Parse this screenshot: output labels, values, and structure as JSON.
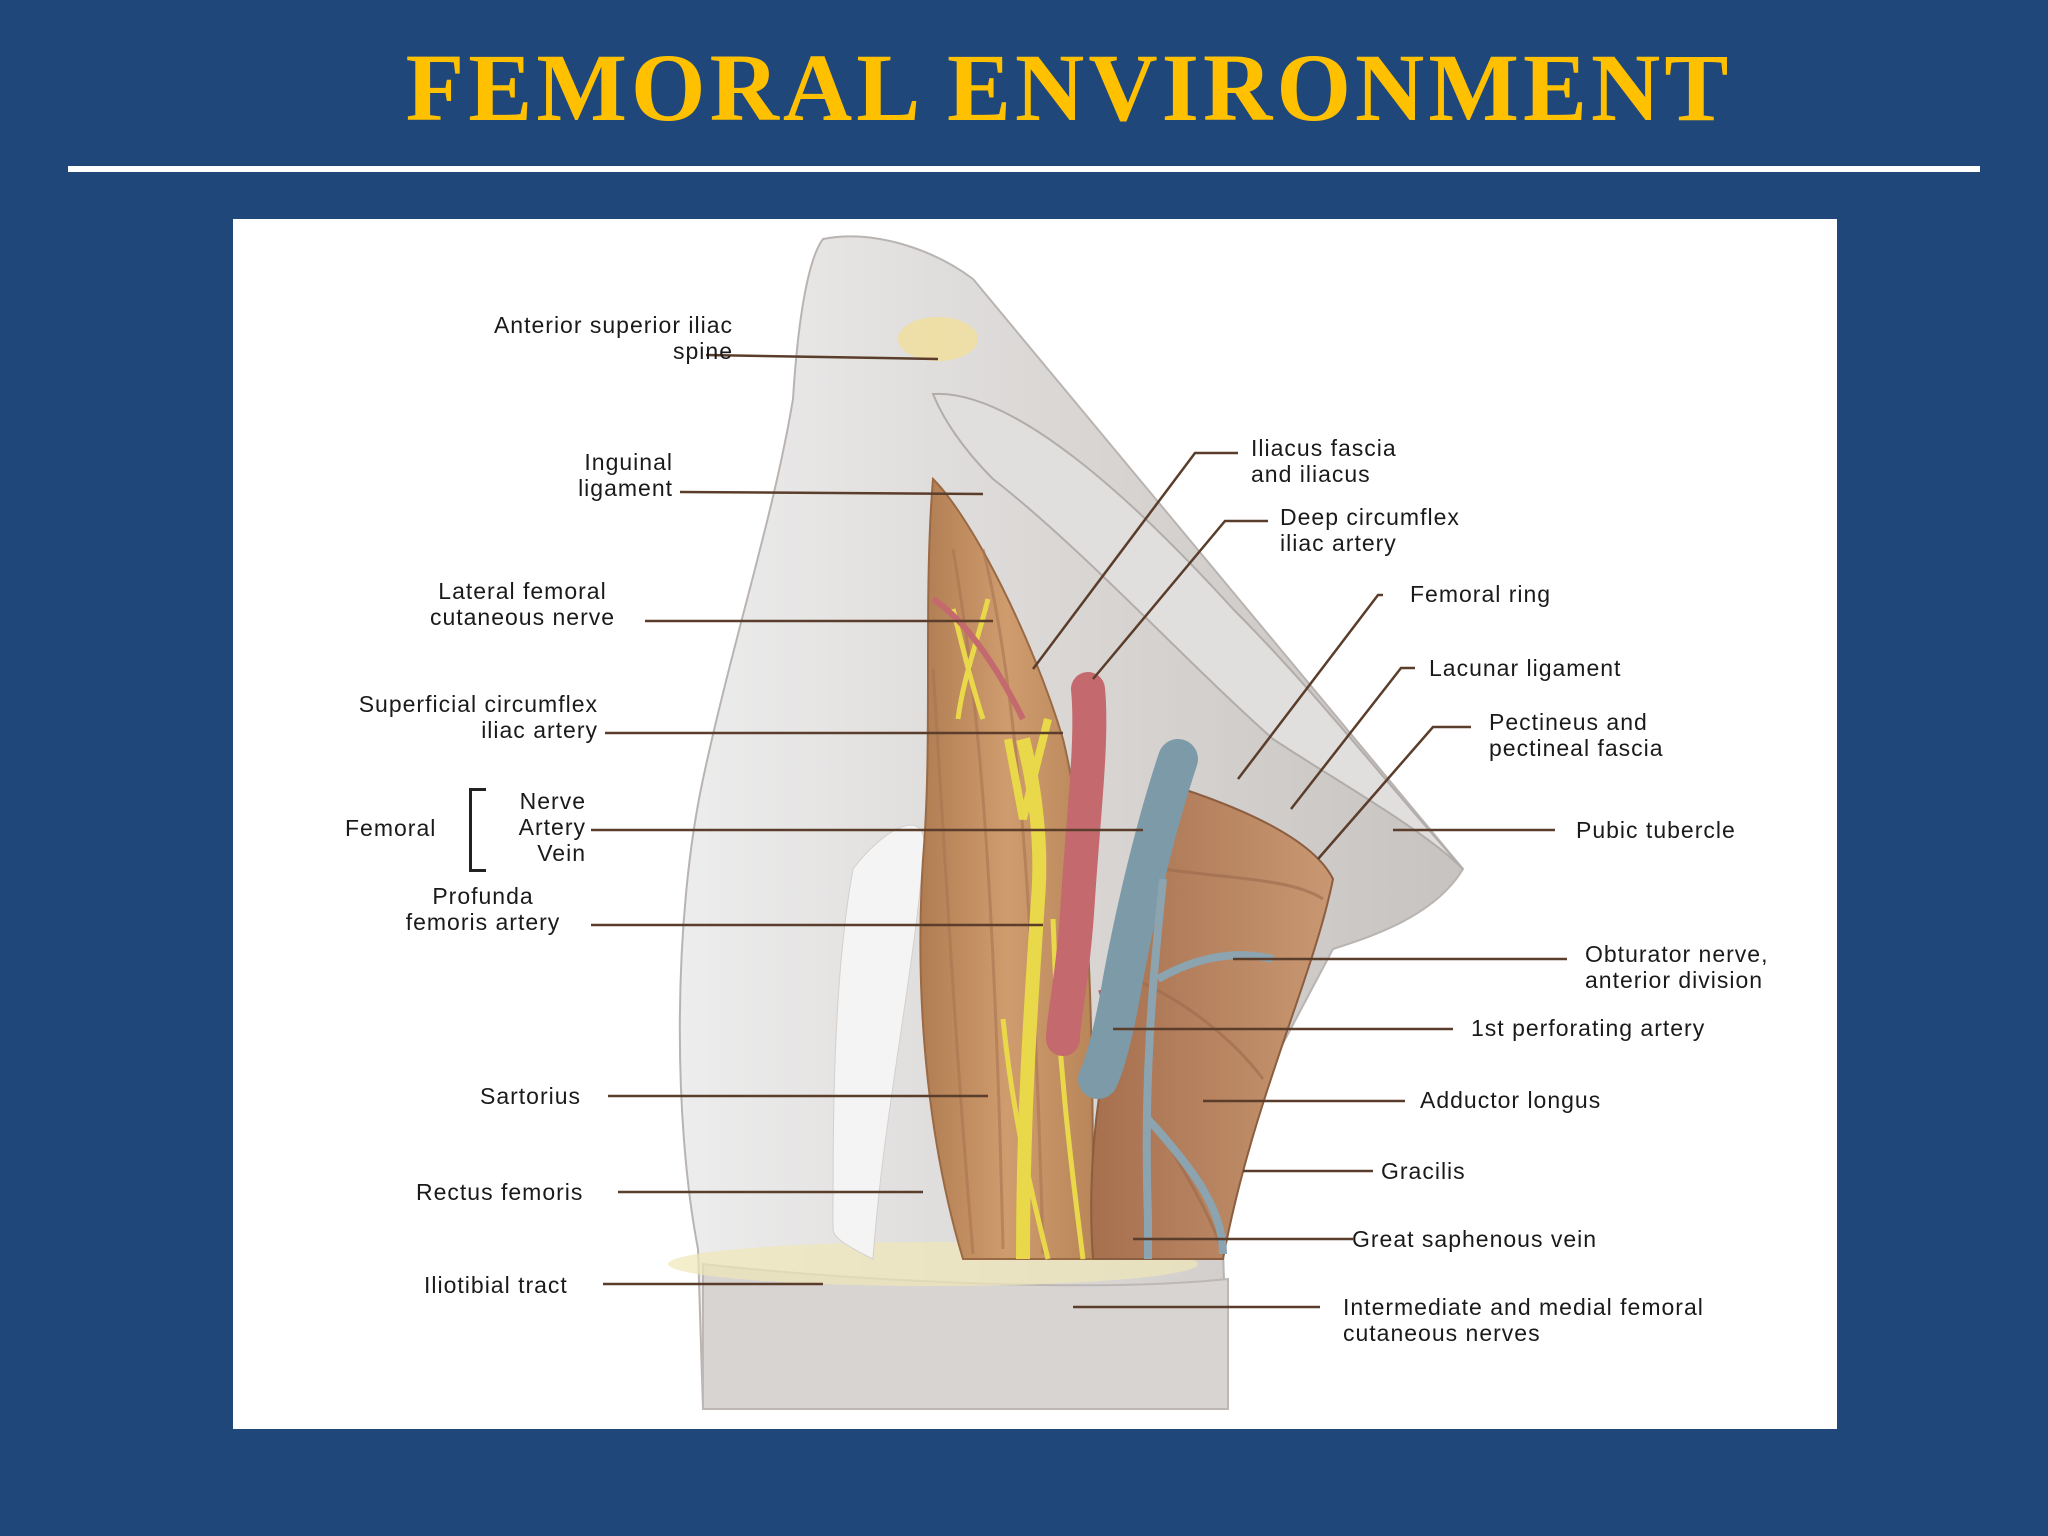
{
  "title": "FEMORAL ENVIRONMENT",
  "labels": {
    "asis_1": "Anterior superior iliac",
    "asis_2": "spine",
    "inguinal_1": "Inguinal",
    "inguinal_2": "ligament",
    "lfcn_1": "Lateral femoral",
    "lfcn_2": "cutaneous nerve",
    "scia_1": "Superficial circumflex",
    "scia_2": "iliac artery",
    "femoral": "Femoral",
    "nerve": "Nerve",
    "artery": "Artery",
    "vein": "Vein",
    "profunda_1": "Profunda",
    "profunda_2": "femoris artery",
    "sartorius": "Sartorius",
    "rectus": "Rectus femoris",
    "iliotibial": "Iliotibial tract",
    "iliacus_1": "Iliacus fascia",
    "iliacus_2": "and iliacus",
    "dcia_1": "Deep circumflex",
    "dcia_2": "iliac artery",
    "femoral_ring": "Femoral ring",
    "lacunar": "Lacunar ligament",
    "pectineus_1": "Pectineus and",
    "pectineus_2": "pectineal fascia",
    "pubic": "Pubic tubercle",
    "obturator_1": "Obturator nerve,",
    "obturator_2": "anterior division",
    "perforating": "1st perforating artery",
    "adductor": "Adductor longus",
    "gracilis": "Gracilis",
    "saphenous": "Great saphenous vein",
    "cutaneous_1": "Intermediate and medial femoral",
    "cutaneous_2": "cutaneous nerves"
  },
  "colors": {
    "background": "#1f477a",
    "title": "#ffc000",
    "rule": "#ffffff",
    "muscle": "#c99466",
    "nerve": "#e8d84a",
    "artery": "#c46a6e",
    "vein": "#7d9aa8"
  }
}
